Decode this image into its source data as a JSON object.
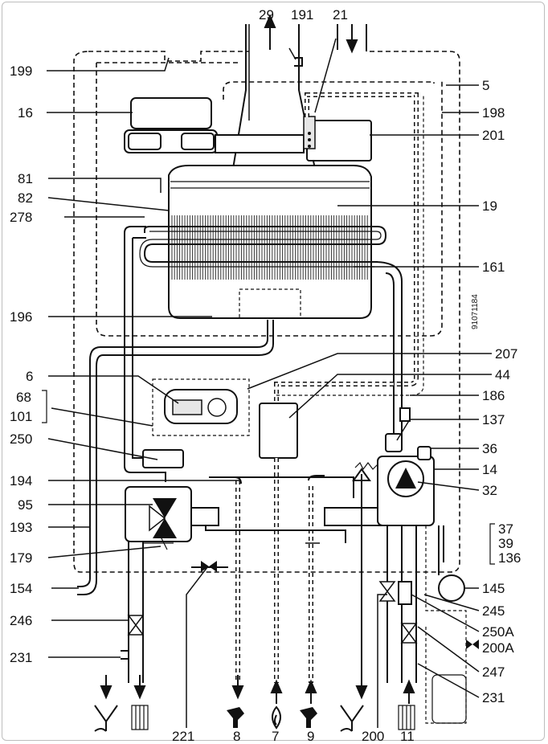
{
  "doc_code": "91071184",
  "labels": {
    "l29": "29",
    "l191": "191",
    "l21": "21",
    "l199": "199",
    "l5": "5",
    "l16": "16",
    "l198": "198",
    "l201": "201",
    "l81": "81",
    "l82": "82",
    "l278": "278",
    "l19": "19",
    "l161": "161",
    "l196": "196",
    "l207": "207",
    "l6": "6",
    "l44": "44",
    "l68": "68",
    "l101": "101",
    "l186": "186",
    "l250": "250",
    "l137": "137",
    "l36": "36",
    "l14": "14",
    "l194": "194",
    "l32": "32",
    "l95": "95",
    "l37": "37",
    "l193": "193",
    "l39": "39",
    "l179": "179",
    "l136": "136",
    "l154": "154",
    "l145": "145",
    "l245": "245",
    "l246": "246",
    "l250A": "250A",
    "l200A": "200A",
    "l231": "231",
    "l247": "247",
    "l231b": "231",
    "l221": "221",
    "l8": "8",
    "l7": "7",
    "l9": "9",
    "l200": "200",
    "l11": "11"
  },
  "icons": {
    "flue_out": "arrow-up-icon",
    "air_in": "arrow-down-icon",
    "drain": "drain-funnel-icon",
    "heating": "radiator-icon",
    "hot_tap": "tap-icon",
    "gas": "flame-icon",
    "cold_tap": "tap-icon",
    "expansion": "pressure-gauge-icon"
  }
}
